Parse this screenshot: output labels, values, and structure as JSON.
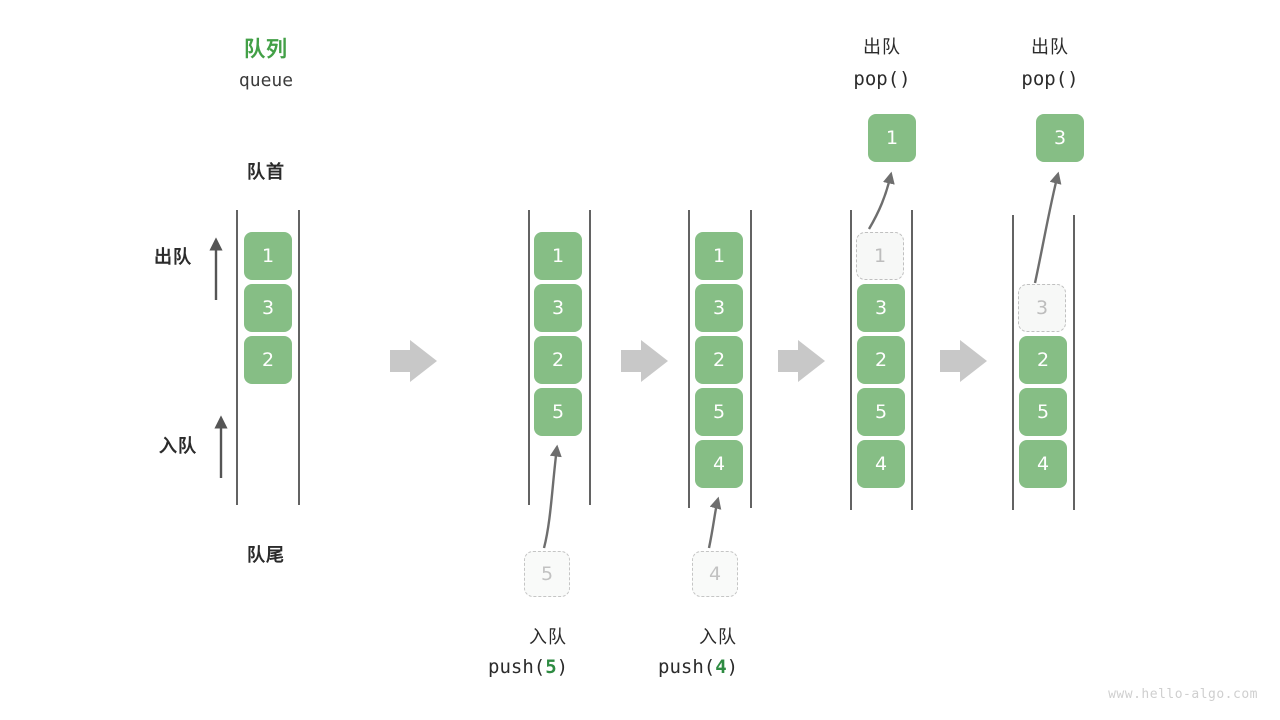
{
  "header": {
    "title_cn": "队列",
    "title_en": "queue",
    "front_label": "队首",
    "rear_label": "队尾"
  },
  "side_labels": {
    "dequeue": "出队",
    "enqueue": "入队"
  },
  "colors": {
    "cell_green": "#86be85",
    "title_green": "#43a047",
    "code_accent_green": "#2e8b42",
    "rail_gray": "#3c3c3c",
    "ghost_gray": "#bdbdbd",
    "step_arrow_gray": "#c8c8c8",
    "curve_arrow_gray": "#6e6e6e",
    "watermark_gray": "#cfcfcf"
  },
  "steps": [
    {
      "id": "initial",
      "cells": [
        {
          "value": "1",
          "state": "filled"
        },
        {
          "value": "3",
          "state": "filled"
        },
        {
          "value": "2",
          "state": "filled"
        }
      ],
      "caption_cn": "",
      "caption_code": "",
      "caption_arg": "",
      "pending_cell": "",
      "popped_cell": "",
      "op_title_cn": "",
      "op_title_code": ""
    },
    {
      "id": "push-5",
      "cells": [
        {
          "value": "1",
          "state": "filled"
        },
        {
          "value": "3",
          "state": "filled"
        },
        {
          "value": "2",
          "state": "filled"
        },
        {
          "value": "5",
          "state": "filled"
        }
      ],
      "caption_cn": "入队",
      "caption_code_prefix": "push(",
      "caption_arg": "5",
      "caption_code_suffix": ")",
      "pending_cell": "5",
      "popped_cell": "",
      "op_title_cn": "",
      "op_title_code": ""
    },
    {
      "id": "push-4",
      "cells": [
        {
          "value": "1",
          "state": "filled"
        },
        {
          "value": "3",
          "state": "filled"
        },
        {
          "value": "2",
          "state": "filled"
        },
        {
          "value": "5",
          "state": "filled"
        },
        {
          "value": "4",
          "state": "filled"
        }
      ],
      "caption_cn": "入队",
      "caption_code_prefix": "push(",
      "caption_arg": "4",
      "caption_code_suffix": ")",
      "pending_cell": "4",
      "popped_cell": "",
      "op_title_cn": "",
      "op_title_code": ""
    },
    {
      "id": "pop-1",
      "cells": [
        {
          "value": "1",
          "state": "ghost"
        },
        {
          "value": "3",
          "state": "filled"
        },
        {
          "value": "2",
          "state": "filled"
        },
        {
          "value": "5",
          "state": "filled"
        },
        {
          "value": "4",
          "state": "filled"
        }
      ],
      "caption_cn": "",
      "caption_code": "",
      "pending_cell": "",
      "popped_cell": "1",
      "op_title_cn": "出队",
      "op_title_code": "pop()"
    },
    {
      "id": "pop-3",
      "cells": [
        {
          "value": "3",
          "state": "ghost"
        },
        {
          "value": "2",
          "state": "filled"
        },
        {
          "value": "5",
          "state": "filled"
        },
        {
          "value": "4",
          "state": "filled"
        }
      ],
      "caption_cn": "",
      "caption_code": "",
      "pending_cell": "",
      "popped_cell": "3",
      "op_title_cn": "出队",
      "op_title_code": "pop()"
    }
  ],
  "watermark": "www.hello-algo.com"
}
